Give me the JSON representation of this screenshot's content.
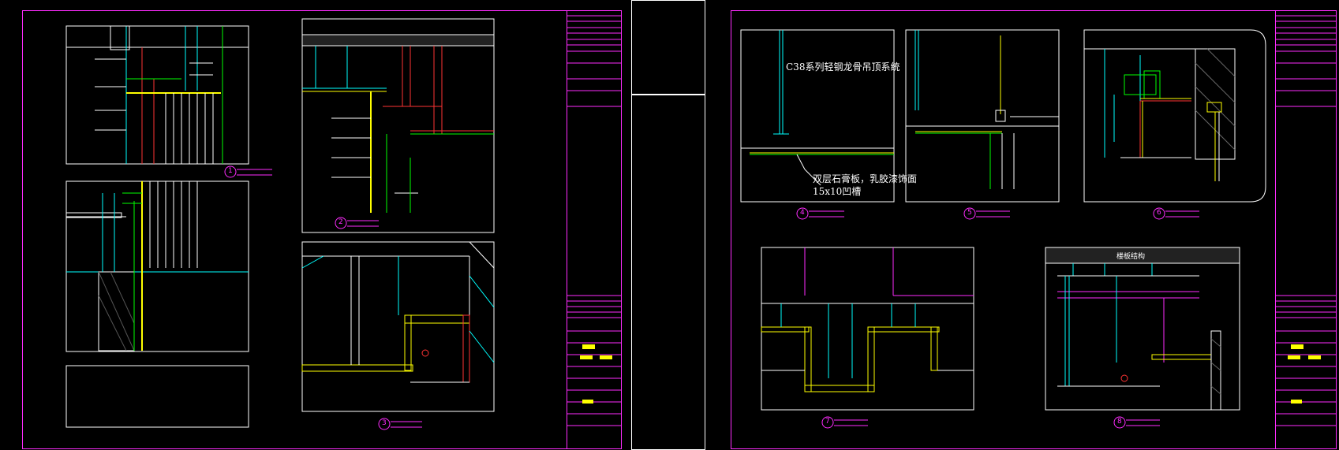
{
  "drawing": {
    "detail_4": {
      "note_system": "C38系列轻钢龙骨吊顶系统",
      "note_gypsum": "双层石膏板，乳胶漆饰面",
      "note_groove": "15x10凹槽",
      "number": "4"
    },
    "detail_5": {
      "number": "5"
    },
    "detail_6": {
      "number": "6"
    },
    "detail_7": {
      "number": "7"
    },
    "detail_8": {
      "number": "8",
      "top_note": "楼板结构"
    },
    "detail_1": {
      "number": "1"
    },
    "detail_2": {
      "number": "2"
    },
    "detail_3": {
      "number": "3"
    },
    "colors": {
      "frame": "#ff2cff",
      "line": "#ffffff",
      "accent1": "#00ffff",
      "accent2": "#ffff00",
      "accent3": "#ff3333",
      "accent4": "#00ff00"
    }
  }
}
